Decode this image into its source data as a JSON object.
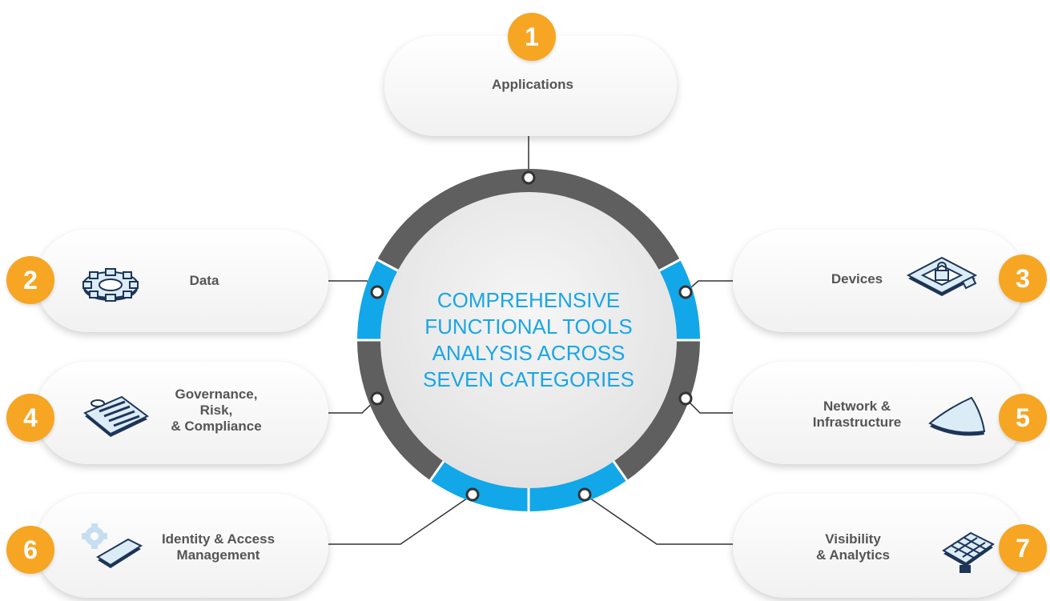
{
  "center": {
    "lines": [
      "COMPREHENSIVE",
      "FUNCTIONAL TOOLS",
      "ANALYSIS ACROSS",
      "SEVEN CATEGORIES"
    ]
  },
  "categories": [
    {
      "number": "1",
      "label_lines": [
        "Applications"
      ],
      "icon": "none"
    },
    {
      "number": "2",
      "label_lines": [
        "Data"
      ],
      "icon": "gear-icon"
    },
    {
      "number": "3",
      "label_lines": [
        "Devices"
      ],
      "icon": "device-lock-icon"
    },
    {
      "number": "4",
      "label_lines": [
        "Governance,",
        "Risk,",
        "& Compliance"
      ],
      "icon": "checklist-icon"
    },
    {
      "number": "5",
      "label_lines": [
        "Network &",
        "Infrastructure"
      ],
      "icon": "shield-icon"
    },
    {
      "number": "6",
      "label_lines": [
        "Identity & Access",
        "Management"
      ],
      "icon": "gear-hand-icon"
    },
    {
      "number": "7",
      "label_lines": [
        "Visibility",
        "& Analytics"
      ],
      "icon": "analytics-board-icon"
    }
  ],
  "colors": {
    "ring_gray": "#5f5f5f",
    "ring_blue": "#12a7e8",
    "badge": "#f6a623",
    "center_text": "#1aa6e6",
    "label_text": "#555555",
    "icon_light": "#dcecf7",
    "icon_dark": "#1d3557"
  }
}
